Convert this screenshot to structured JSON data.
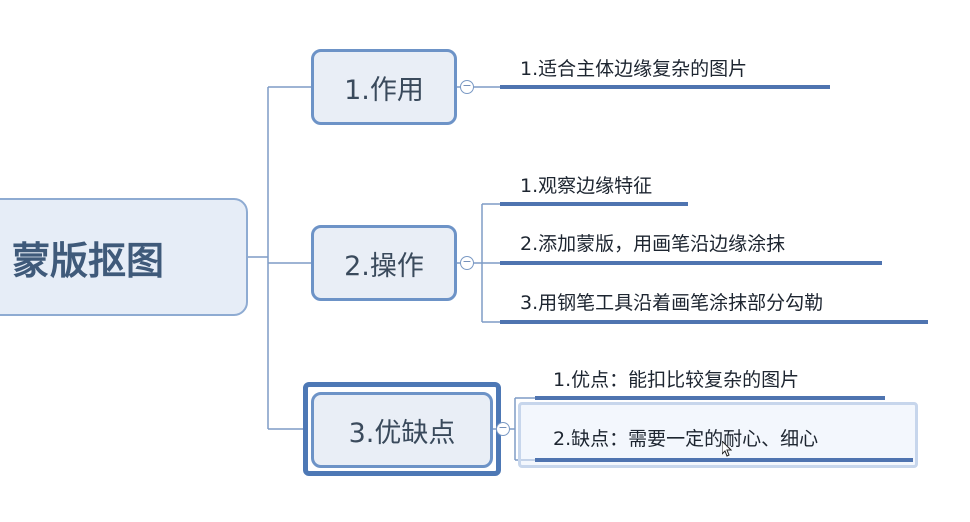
{
  "root": {
    "label": "蒙版抠图"
  },
  "topics": [
    {
      "label": "1.作用",
      "children": [
        "1.适合主体边缘复杂的图片"
      ]
    },
    {
      "label": "2.操作",
      "children": [
        "1.观察边缘特征",
        "2.添加蒙版，用画笔沿边缘涂抹",
        "3.用钢笔工具沿着画笔涂抹部分勾勒"
      ]
    },
    {
      "label": "3.优缺点",
      "children": [
        "1.优点：能扣比较复杂的图片",
        "2.缺点：需要一定的耐心、细心"
      ]
    }
  ],
  "colors": {
    "accent": "#4f74b0",
    "node_fill": "#e9eef6",
    "node_border": "#6d93c7",
    "connector": "#7f9cc6"
  },
  "icons": {
    "collapse": "circle-minus-icon"
  }
}
